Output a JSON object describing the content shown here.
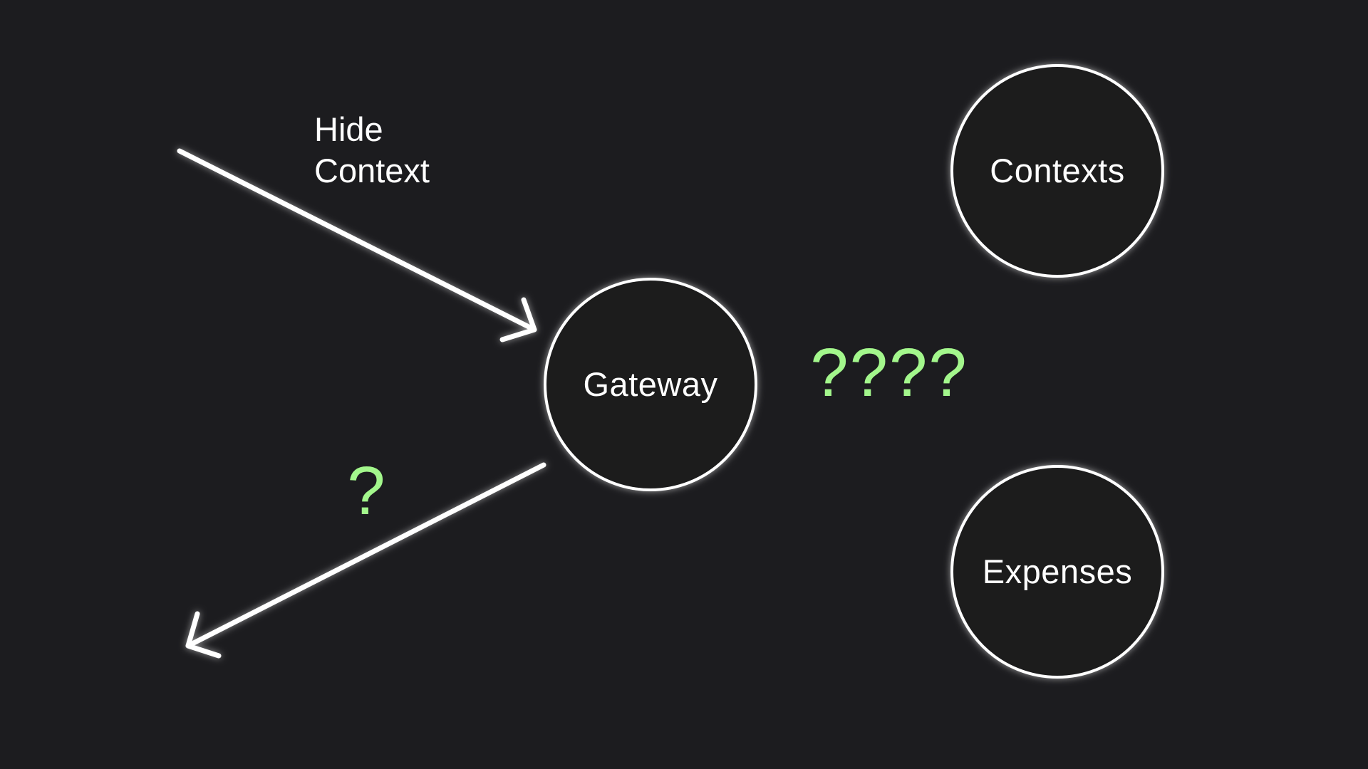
{
  "colors": {
    "background": "#1c1c1f",
    "stroke": "#ffffff",
    "question": "#a3f78c"
  },
  "nodes": {
    "gateway": "Gateway",
    "contexts": "Contexts",
    "expenses": "Expenses"
  },
  "edges": {
    "incoming_label_line1": "Hide",
    "incoming_label_line2": "Context",
    "outgoing_question": "?"
  },
  "unknown_connection": "????"
}
